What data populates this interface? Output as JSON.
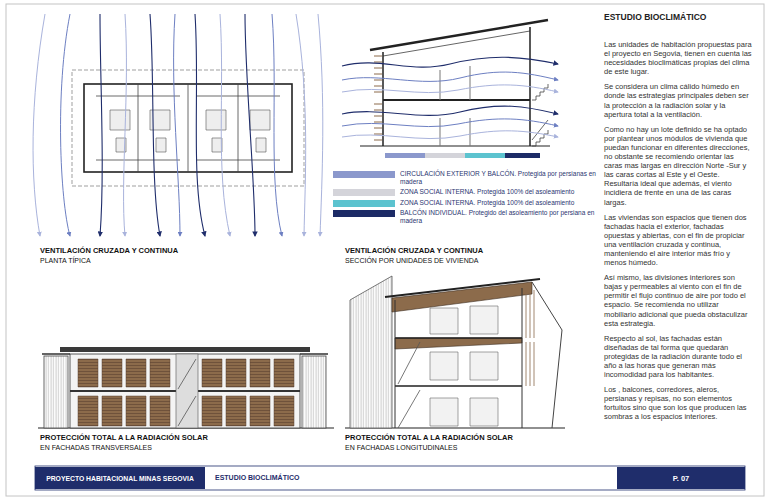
{
  "diagram": {
    "title": "ESTUDIO BIOCLIMÁTICO",
    "nodes": [
      {
        "text": [
          "PROYECTO HABITACIONAL MINAS SEGOVIA"
        ]
      },
      {
        "text": [
          "P. 07"
        ]
      }
    ],
    "labels": [
      "VENTILACIÓN CRUZADA Y CONTINUA",
      "PLANTA TÍPICA",
      "VENTILACIÓN CRUZADA Y CONTINUA",
      "SECCIÓN POR UNIDADES DE VIVIENDA",
      "PROTECCIÓN TOTAL A LA RADIACIÓN SOLAR",
      "EN FACHADAS TRANSVERSALES",
      "PROTECCIÓN TOTAL A LA RADIACIÓN SOLAR",
      "EN FACHADAS LONGITUDINALES",
      "Las unidades de habitación propuestas para el proyecto en Segovia, tienen en cuenta las necesidades bioclimáticas propias del clima de este lugar.",
      "Se considera un clima cálido húmedo en donde las estrategias principales deben ser la protección a la radiación solar y la apertura total a la ventilación.",
      "Como no hay un lote definido se ha optado por plantear unos módulos de vivienda que puedan funcionar en diferentes direcciones, no obstante se recomiendo orientar las caras mas largas en dirección Norte -Sur y las caras cortas al Este y el Oeste. Resultaría ideal que además, el viento incidiera de frente en una de las caras largas.",
      "Las viviendas son espacios que tienen dos fachadas hacia el exterior, fachadas opuestas y abiertas, con el fin de propiciar una ventilación cruzada y continua, manteniendo el aire interior más frío y menos húmedo.",
      "Así mismo, las divisiones interiores son bajas y permeables al viento con el fin de permitir el flujo continuo de aire por todo el espacio. Se recomienda no utilizar mobiliario adicional que pueda obstaculizar esta estrategia.",
      "Respecto al sol, las fachadas están diseñadas de tal forma que quedarán protegidas de la radiación durante todo el año a las horas que generan más incomodidad para los habitantes.",
      "Los , balcones, corredores, aleros, persianas y repisas, no son elementos fortuitos sino que son los que producen las sombras a los espacios interiores.",
      "ESTUDIO BIOCLIMÁTICO"
    ],
    "legend": [
      {
        "text": "CIRCULACIÓN EXTERIOR Y BALCÓN. Protegida por persianas en madera",
        "color": "#8b98cc"
      },
      {
        "text": "ZONA SOCIAL INTERNA. Protegida 100% del asoleamiento",
        "color": "#d4d4da"
      },
      {
        "text": "ZONA SOCIAL INTERNA. Protegida 100% del asoleamiento",
        "color": "#5cc3cf"
      },
      {
        "text": "BALCÓN INDIVIDUAL. Protegido del asoleamiento por persiana en madera",
        "color": "#1c2b66"
      }
    ]
  }
}
